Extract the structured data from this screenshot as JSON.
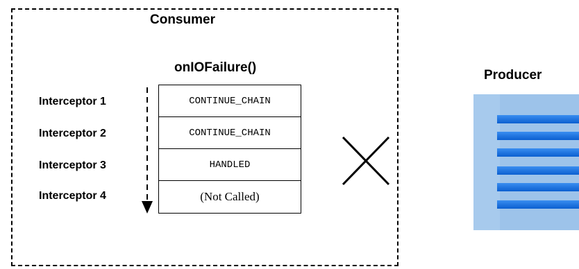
{
  "consumer": {
    "title": "Consumer",
    "method": "onIOFailure()",
    "interceptors": [
      "Interceptor 1",
      "Interceptor 2",
      "Interceptor 3",
      "Interceptor 4"
    ],
    "results": [
      "CONTINUE_CHAIN",
      "CONTINUE_CHAIN",
      "HANDLED",
      "(Not Called)"
    ]
  },
  "producer": {
    "title": "Producer"
  }
}
